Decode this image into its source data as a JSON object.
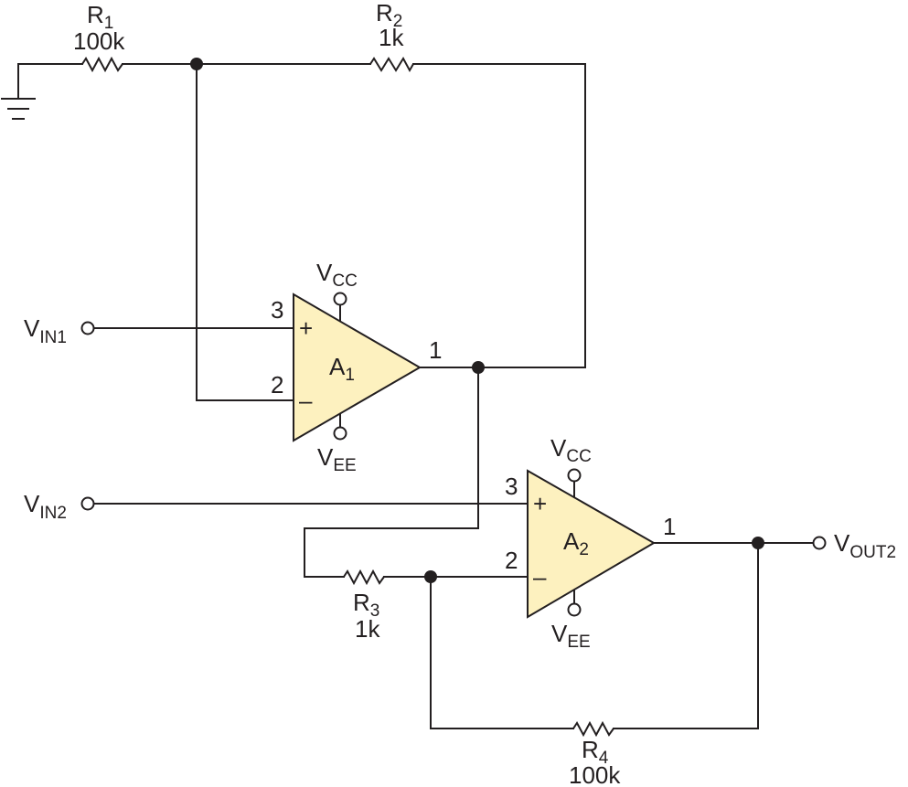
{
  "resistors": {
    "r1": {
      "name": "R",
      "sub": "1",
      "value": "100k"
    },
    "r2": {
      "name": "R",
      "sub": "2",
      "value": "1k"
    },
    "r3": {
      "name": "R",
      "sub": "3",
      "value": "1k"
    },
    "r4": {
      "name": "R",
      "sub": "4",
      "value": "100k"
    }
  },
  "amplifiers": {
    "a1": {
      "name": "A",
      "sub": "1",
      "pin_plus": "3",
      "pin_minus": "2",
      "pin_out": "1",
      "plus_sign": "+",
      "minus_sign": "–",
      "vcc": {
        "main": "V",
        "sub": "CC"
      },
      "vee": {
        "main": "V",
        "sub": "EE"
      }
    },
    "a2": {
      "name": "A",
      "sub": "2",
      "pin_plus": "3",
      "pin_minus": "2",
      "pin_out": "1",
      "plus_sign": "+",
      "minus_sign": "–",
      "vcc": {
        "main": "V",
        "sub": "CC"
      },
      "vee": {
        "main": "V",
        "sub": "EE"
      }
    }
  },
  "terminals": {
    "vin1": {
      "main": "V",
      "sub": "IN1"
    },
    "vin2": {
      "main": "V",
      "sub": "IN2"
    },
    "vout2": {
      "main": "V",
      "sub": "OUT2"
    }
  },
  "colors": {
    "opamp_fill": "#fdf1bf",
    "line": "#231f20"
  },
  "icons": [
    "ground-icon",
    "resistor-icon",
    "opamp-triangle-icon",
    "junction-dot-icon",
    "terminal-circle-icon"
  ]
}
